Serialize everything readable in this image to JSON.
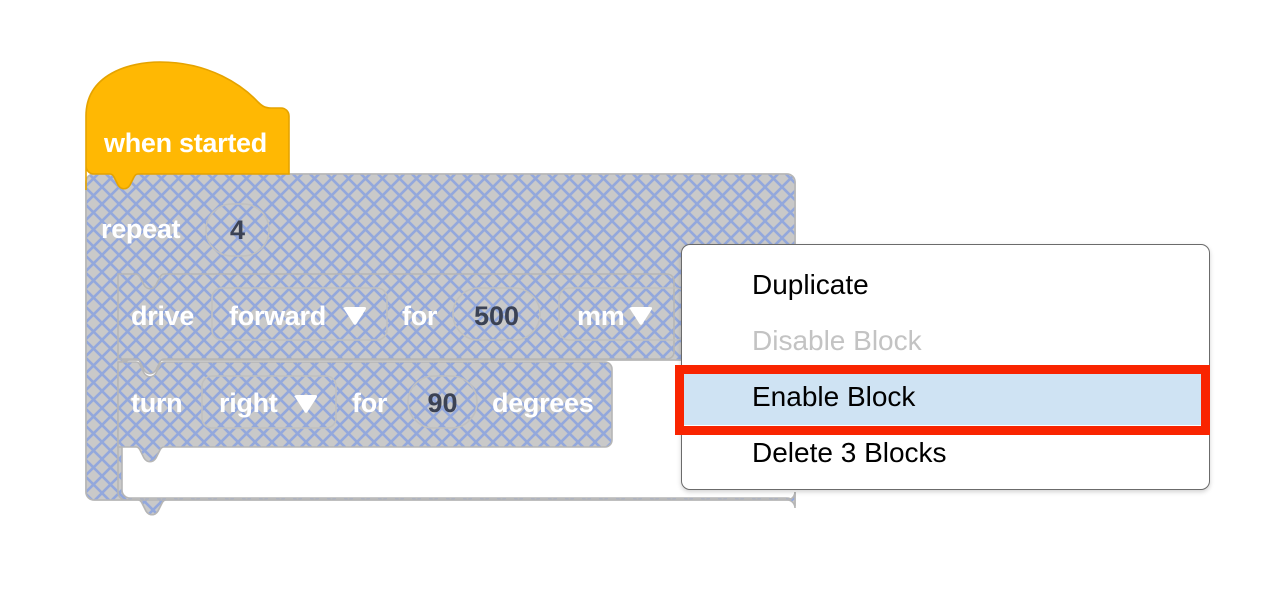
{
  "canvas": {
    "background_color": "#ffffff"
  },
  "workspace": {
    "blocks": [
      {
        "id": "when-started",
        "type": "hat",
        "label": "when started",
        "color": "#ffb803",
        "border_color": "#e09b00",
        "disabled": false
      },
      {
        "id": "repeat",
        "type": "c-block",
        "label": "repeat",
        "value": "4",
        "disabled": true
      },
      {
        "id": "drive",
        "type": "statement",
        "label": "drive",
        "direction_dropdown": "forward",
        "for_label": "for",
        "value": "500",
        "unit_dropdown": "mm",
        "disabled": true
      },
      {
        "id": "turn",
        "type": "statement",
        "label": "turn",
        "direction_dropdown": "right",
        "for_label": "for",
        "value": "90",
        "unit_label": "degrees",
        "disabled": true
      }
    ],
    "disabled_style": {
      "fill_color": "#c9c9c9",
      "hatch_color": "#93a8dc",
      "outline_color": "#b6b6b6"
    }
  },
  "context_menu": {
    "items": [
      {
        "label": "Duplicate",
        "state": "normal"
      },
      {
        "label": "Disable Block",
        "state": "disabled"
      },
      {
        "label": "Enable Block",
        "state": "selected"
      },
      {
        "label": "Delete 3 Blocks",
        "state": "normal"
      }
    ],
    "highlight_color": "#cfe3f3",
    "border_color": "#6b6b6b",
    "background_color": "#ffffff",
    "disabled_text_color": "#c3c3c3",
    "text_color": "#000000"
  },
  "annotation": {
    "shape": "rectangle",
    "color": "#f92400",
    "target_label": "Enable Block"
  }
}
